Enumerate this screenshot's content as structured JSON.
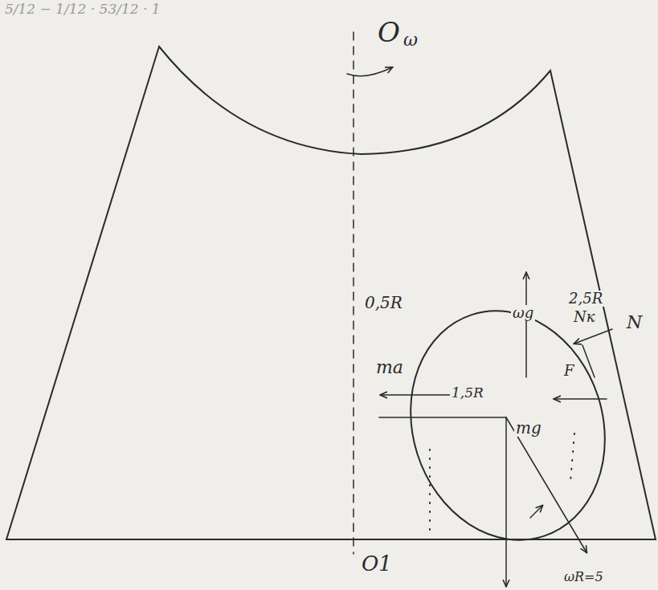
{
  "diagram": {
    "labels": [
      "5/12 − 1/12 · 53/12 · 1",
      "O",
      "ω",
      "O1",
      "0,5R",
      "ma",
      "1,5R",
      "ωg",
      "2,5R",
      "Nк",
      "N",
      "F",
      "mg",
      "ωR=5"
    ]
  }
}
